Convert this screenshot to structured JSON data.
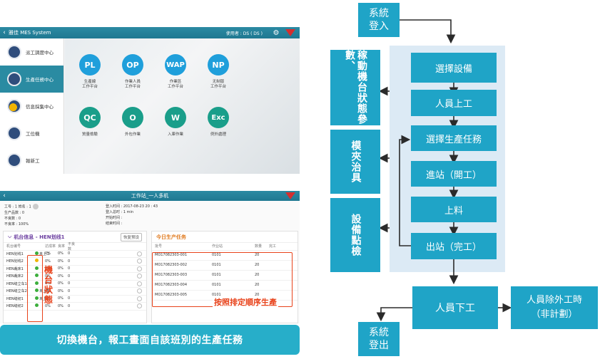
{
  "screen1": {
    "title": "雅佳 MES System",
    "user": "使用者 : DS ( DS )",
    "sidebar": [
      {
        "label": "派工調度中心"
      },
      {
        "label": "生產任務中心"
      },
      {
        "label": "信息採集中心"
      },
      {
        "label": "工位機"
      },
      {
        "label": "報新工"
      }
    ],
    "tiles": [
      {
        "code": "PL",
        "color": "#1f9fdb",
        "label": "生產線\n工作平台"
      },
      {
        "code": "OP",
        "color": "#1f9fdb",
        "label": "作業人員\n工作平台"
      },
      {
        "code": "WAP",
        "color": "#1f9fdb",
        "label": "作業區\n工作平台"
      },
      {
        "code": "NP",
        "color": "#1f9fdb",
        "label": "无制版\n工作平台"
      },
      {
        "code": "QC",
        "color": "#1a9e8a",
        "label": "質量檢驗"
      },
      {
        "code": "O",
        "color": "#1a9e8a",
        "label": "外包作業"
      },
      {
        "code": "W",
        "color": "#1a9e8a",
        "label": "入庫作業"
      },
      {
        "code": "Exc",
        "color": "#1a9e8a",
        "label": "例外處理"
      }
    ]
  },
  "screen2": {
    "title": "工作站_一人多机",
    "info_left": [
      "工号 : 1  姓名 : 1",
      "生产品数 : 0",
      "不良数 : 0",
      "不良率 : 100%"
    ],
    "info_right": [
      "登入时间 : 2017-08-23 20 : 43",
      "登入总时 : 1 min",
      "开始时间 :",
      "结束时间 :"
    ],
    "machine_panel": {
      "title": "机台信息 - HEN划线1",
      "reset": "恢复预设",
      "headers": [
        "机台编号",
        "",
        "达成率",
        "良率",
        "不良数"
      ],
      "rows": [
        {
          "name": "HEN划线1",
          "status": "green",
          "note": "未上工",
          "rate": "0%",
          "yield": "0%",
          "bad": "0"
        },
        {
          "name": "HEN划线2",
          "status": "yellow",
          "note": "",
          "rate": "0%",
          "yield": "0%",
          "bad": "0"
        },
        {
          "name": "HEN裁床1",
          "status": "green",
          "note": "",
          "rate": "0%",
          "yield": "0%",
          "bad": "0"
        },
        {
          "name": "HEN裁床2",
          "status": "green",
          "note": "",
          "rate": "0%",
          "yield": "0%",
          "bad": "0"
        },
        {
          "name": "HEN缝立车1",
          "status": "green",
          "note": "",
          "rate": "0%",
          "yield": "0%",
          "bad": "0"
        },
        {
          "name": "HEN缝立车2",
          "status": "green",
          "note": "未上工",
          "rate": "0%",
          "yield": "0%",
          "bad": "0"
        },
        {
          "name": "HEN缝纫1",
          "status": "green",
          "note": "未上工",
          "rate": "0%",
          "yield": "0%",
          "bad": "0"
        },
        {
          "name": "HEN缝纫2",
          "status": "green",
          "note": "",
          "rate": "0%",
          "yield": "0%",
          "bad": "0"
        }
      ]
    },
    "task_panel": {
      "title": "今日生产任务",
      "headers": [
        "批号",
        "作业站",
        "数量",
        "完工"
      ],
      "rows": [
        {
          "lot": "MO17082303-001",
          "station": "0101",
          "qty": "20",
          "done": ""
        },
        {
          "lot": "MO17082303-002",
          "station": "0101",
          "qty": "20",
          "done": ""
        },
        {
          "lot": "MO17082303-003",
          "station": "0101",
          "qty": "20",
          "done": ""
        },
        {
          "lot": "MO17082303-004",
          "station": "0101",
          "qty": "20",
          "done": ""
        },
        {
          "lot": "MO17082303-005",
          "station": "0101",
          "qty": "20",
          "done": ""
        }
      ]
    },
    "annotation_machine": "機台狀態",
    "annotation_order": "按照排定順序生產"
  },
  "banner": "切換機台，報工畫面自該班別的生產任務",
  "flow": {
    "start": "系統\n登入",
    "steps": [
      "選擇設備",
      "人員上工",
      "選擇生產任務",
      "進站（開工）",
      "上料",
      "出站（完工）"
    ],
    "staff_off": "人員下工",
    "exit": "系統\n登出",
    "side_status": "稼動機台狀態參數、",
    "side_mold": "模夾治具",
    "side_check": "設備點檢",
    "unplanned": "人員除外工時\n（非計劃）"
  }
}
